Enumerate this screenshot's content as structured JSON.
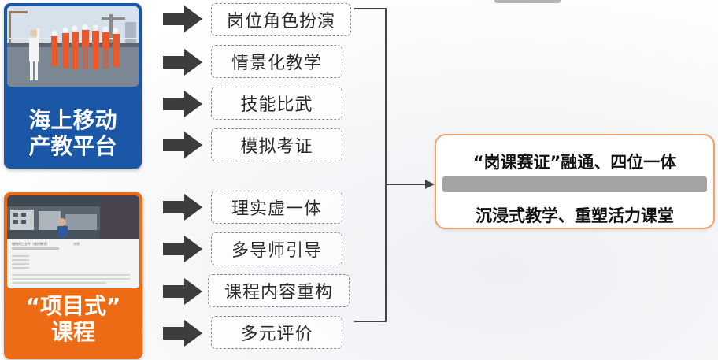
{
  "left_panels": {
    "top": {
      "title_line1": "海上移动",
      "title_line2": "产教平台"
    },
    "bottom": {
      "title_line1": "“项目式”",
      "title_line2": "课程",
      "screenshot": {
        "header_text": "储物间工业件（临时教学）",
        "header_tag": "详情"
      }
    }
  },
  "methods": [
    {
      "label": "岗位角色扮演"
    },
    {
      "label": "情景化教学"
    },
    {
      "label": "技能比武"
    },
    {
      "label": "模拟考证"
    },
    {
      "label": "理实虚一体"
    },
    {
      "label": "多导师引导"
    },
    {
      "label": "课程内容重构"
    },
    {
      "label": "多元评价"
    }
  ],
  "result": {
    "line1": "“岗课赛证”融通、四位一体",
    "line2": "沉浸式教学、重塑活力课堂"
  },
  "colors": {
    "blue_panel": "#1a57a6",
    "orange_panel": "#ee6b16",
    "arrow": "#3d3d3d",
    "result_border": "#f2a26a",
    "result_bar": "#a3a3a3"
  },
  "icons": [
    "block-arrow-right-icon"
  ]
}
